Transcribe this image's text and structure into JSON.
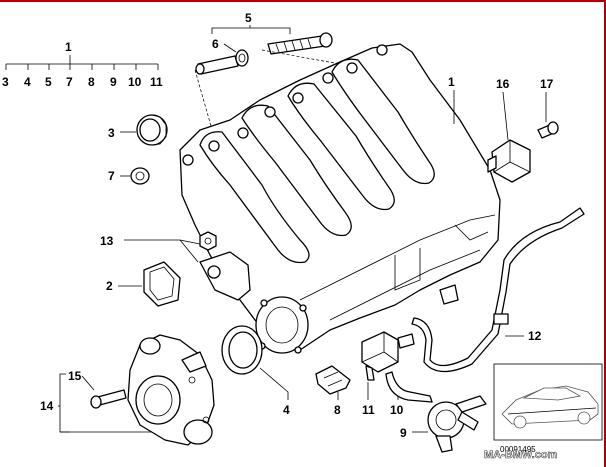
{
  "diagram": {
    "callouts": {
      "c1_top": "1",
      "c1_sub": [
        "3",
        "4",
        "5",
        "7",
        "8",
        "9",
        "10",
        "11"
      ],
      "c5": "5",
      "c6": "6",
      "c1_right": "1",
      "c16": "16",
      "c17": "17",
      "c3": "3",
      "c7": "7",
      "c13": "13",
      "c2": "2",
      "c12": "12",
      "c15": "15",
      "c14": "14",
      "c4": "4",
      "c8": "8",
      "c11": "11",
      "c10": "10",
      "c9": "9"
    },
    "image_code": "00091495",
    "watermark": "MA-BMW.com"
  }
}
